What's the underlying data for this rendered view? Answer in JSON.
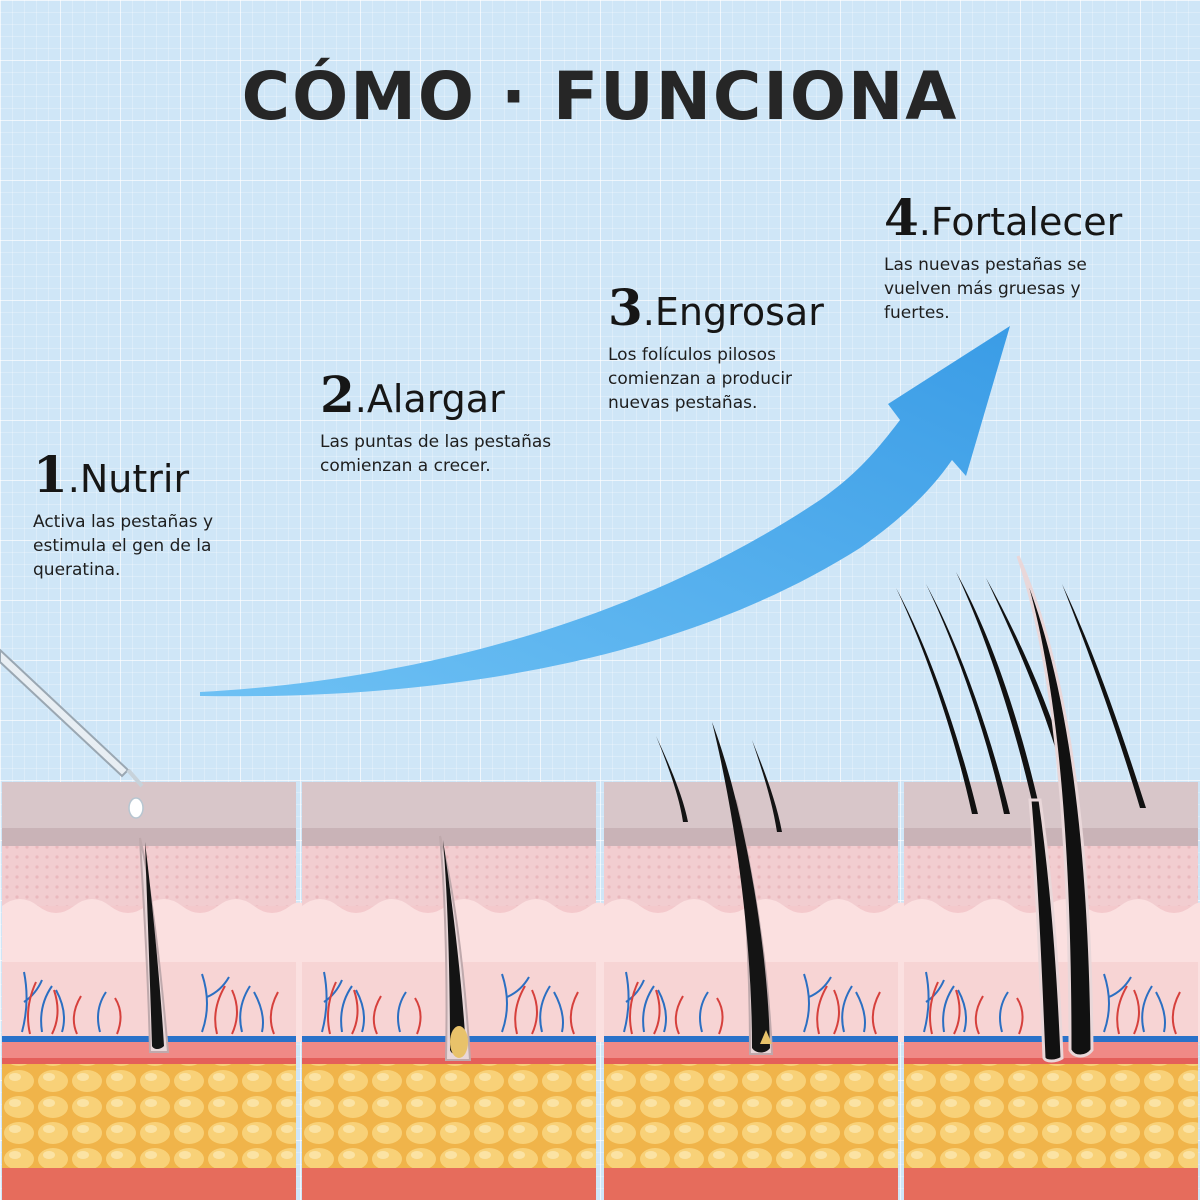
{
  "title": "CÓMO · FUNCIONA",
  "steps": [
    {
      "num": "1",
      "name": ".Nutrir",
      "desc": "Activa las pestañas y estimula el gen de la queratina."
    },
    {
      "num": "2",
      "name": ".Alargar",
      "desc": "Las puntas de las pestañas comienzan a crecer."
    },
    {
      "num": "3",
      "name": ".Engrosar",
      "desc": "Los folículos pilosos comienzan a producir nuevas pestañas."
    },
    {
      "num": "4",
      "name": ".Fortalecer",
      "desc": "Las nuevas pestañas se vuelven más gruesas y fuertes."
    }
  ],
  "colors": {
    "background": "#cfe6f7",
    "arrow": "#4aa8ea",
    "epidermis": "#d9c4c7",
    "dermis": "#f6d3d2",
    "fat": "#f3c15e",
    "muscle": "#e8705e",
    "hair": "#111111"
  }
}
